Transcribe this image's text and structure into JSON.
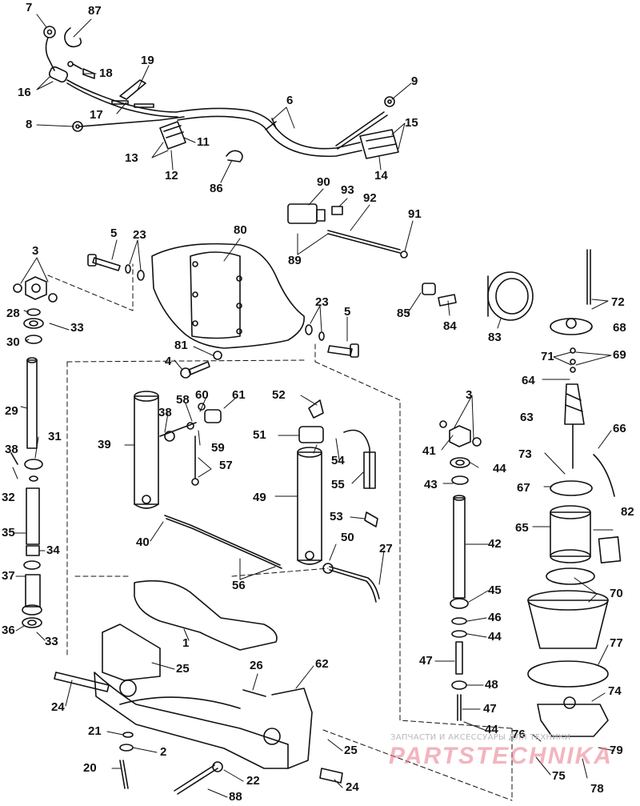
{
  "title": "",
  "colors": {
    "line": "#111111",
    "watermark_red": "#e7788a",
    "watermark_gray": "#b8b8b8"
  },
  "watermark": {
    "top": "ЗАПЧАСТИ И АКСЕССУАРЫ ДЛЯ ТЕХНИКИ",
    "main": "PARTSTECHNIKA"
  },
  "parts": [
    {
      "id": "p7",
      "label": "7"
    },
    {
      "id": "p87",
      "label": "87"
    },
    {
      "id": "p16",
      "label": "16"
    },
    {
      "id": "p18",
      "label": "18"
    },
    {
      "id": "p19",
      "label": "19"
    },
    {
      "id": "p17",
      "label": "17"
    },
    {
      "id": "p6",
      "label": "6"
    },
    {
      "id": "p9",
      "label": "9"
    },
    {
      "id": "p8",
      "label": "8"
    },
    {
      "id": "p15",
      "label": "15"
    },
    {
      "id": "p11",
      "label": "11"
    },
    {
      "id": "p13",
      "label": "13"
    },
    {
      "id": "p12",
      "label": "12"
    },
    {
      "id": "p14",
      "label": "14"
    },
    {
      "id": "p86",
      "label": "86"
    },
    {
      "id": "p90",
      "label": "90"
    },
    {
      "id": "p93",
      "label": "93"
    },
    {
      "id": "p92",
      "label": "92"
    },
    {
      "id": "p91",
      "label": "91"
    },
    {
      "id": "p89",
      "label": "89"
    },
    {
      "id": "p5a",
      "label": "5"
    },
    {
      "id": "p23a",
      "label": "23"
    },
    {
      "id": "p80",
      "label": "80"
    },
    {
      "id": "p3a",
      "label": "3"
    },
    {
      "id": "p28",
      "label": "28"
    },
    {
      "id": "p30",
      "label": "30"
    },
    {
      "id": "p33a",
      "label": "33"
    },
    {
      "id": "p23b",
      "label": "23"
    },
    {
      "id": "p5b",
      "label": "5"
    },
    {
      "id": "p85",
      "label": "85"
    },
    {
      "id": "p84",
      "label": "84"
    },
    {
      "id": "p83",
      "label": "83"
    },
    {
      "id": "p72",
      "label": "72"
    },
    {
      "id": "p68",
      "label": "68"
    },
    {
      "id": "p71",
      "label": "71"
    },
    {
      "id": "p69",
      "label": "69"
    },
    {
      "id": "p81",
      "label": "81"
    },
    {
      "id": "p4",
      "label": "4"
    },
    {
      "id": "p64",
      "label": "64"
    },
    {
      "id": "p29",
      "label": "29"
    },
    {
      "id": "p58",
      "label": "58"
    },
    {
      "id": "p60",
      "label": "60"
    },
    {
      "id": "p61",
      "label": "61"
    },
    {
      "id": "p52",
      "label": "52"
    },
    {
      "id": "p3b",
      "label": "3"
    },
    {
      "id": "p38a",
      "label": "38"
    },
    {
      "id": "p63",
      "label": "63"
    },
    {
      "id": "p39",
      "label": "39"
    },
    {
      "id": "p59",
      "label": "59"
    },
    {
      "id": "p51",
      "label": "51"
    },
    {
      "id": "p31",
      "label": "31"
    },
    {
      "id": "p66",
      "label": "66"
    },
    {
      "id": "p41",
      "label": "41"
    },
    {
      "id": "p38b",
      "label": "38"
    },
    {
      "id": "p54",
      "label": "54"
    },
    {
      "id": "p57",
      "label": "57"
    },
    {
      "id": "p73",
      "label": "73"
    },
    {
      "id": "p44a",
      "label": "44"
    },
    {
      "id": "p43",
      "label": "43"
    },
    {
      "id": "p32",
      "label": "32"
    },
    {
      "id": "p55",
      "label": "55"
    },
    {
      "id": "p67",
      "label": "67"
    },
    {
      "id": "p49",
      "label": "49"
    },
    {
      "id": "p35",
      "label": "35"
    },
    {
      "id": "p53",
      "label": "53"
    },
    {
      "id": "p82",
      "label": "82"
    },
    {
      "id": "p65",
      "label": "65"
    },
    {
      "id": "p34",
      "label": "34"
    },
    {
      "id": "p40",
      "label": "40"
    },
    {
      "id": "p50",
      "label": "50"
    },
    {
      "id": "p42",
      "label": "42"
    },
    {
      "id": "p27",
      "label": "27"
    },
    {
      "id": "p37",
      "label": "37"
    },
    {
      "id": "p56",
      "label": "56"
    },
    {
      "id": "p45",
      "label": "45"
    },
    {
      "id": "p70",
      "label": "70"
    },
    {
      "id": "p46",
      "label": "46"
    },
    {
      "id": "p36",
      "label": "36"
    },
    {
      "id": "p33b",
      "label": "33"
    },
    {
      "id": "p44b",
      "label": "44"
    },
    {
      "id": "p1",
      "label": "1"
    },
    {
      "id": "p77",
      "label": "77"
    },
    {
      "id": "p25a",
      "label": "25"
    },
    {
      "id": "p47a",
      "label": "47"
    },
    {
      "id": "p26",
      "label": "26"
    },
    {
      "id": "p62",
      "label": "62"
    },
    {
      "id": "p48",
      "label": "48"
    },
    {
      "id": "p24a",
      "label": "24"
    },
    {
      "id": "p74",
      "label": "74"
    },
    {
      "id": "p47b",
      "label": "47"
    },
    {
      "id": "p21",
      "label": "21"
    },
    {
      "id": "p44c",
      "label": "44"
    },
    {
      "id": "p2",
      "label": "2"
    },
    {
      "id": "p25b",
      "label": "25"
    },
    {
      "id": "p76",
      "label": "76"
    },
    {
      "id": "p79",
      "label": "79"
    },
    {
      "id": "p20",
      "label": "20"
    },
    {
      "id": "p22",
      "label": "22"
    },
    {
      "id": "p24b",
      "label": "24"
    },
    {
      "id": "p75",
      "label": "75"
    },
    {
      "id": "p78",
      "label": "78"
    },
    {
      "id": "p88",
      "label": "88"
    }
  ]
}
